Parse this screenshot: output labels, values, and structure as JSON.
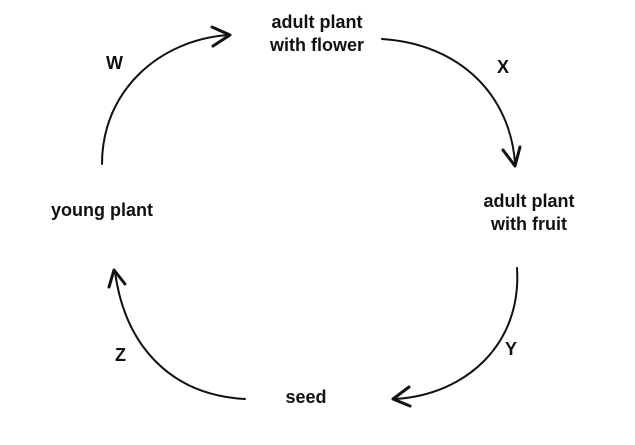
{
  "stages": {
    "adult_flower": [
      "adult plant",
      "with flower"
    ],
    "adult_fruit": [
      "adult plant",
      "with fruit"
    ],
    "seed": [
      "seed"
    ],
    "young_plant": [
      "young plant"
    ]
  },
  "arrows": {
    "w": "W",
    "x": "X",
    "y": "Y",
    "z": "Z"
  },
  "colors": {
    "ink": "#111111",
    "background": "#ffffff"
  }
}
